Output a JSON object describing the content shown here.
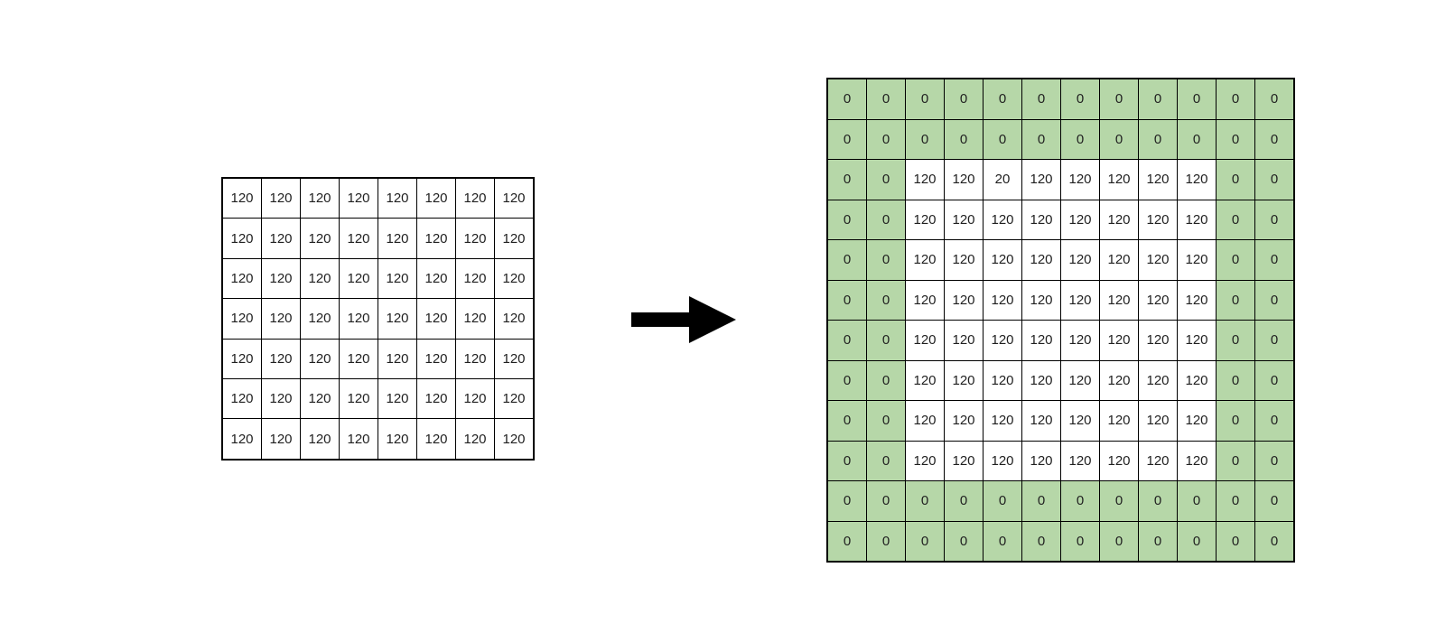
{
  "diagram": {
    "colors": {
      "padding_cell_bg": "#b6d7a8",
      "value_cell_bg": "#ffffff",
      "grid_border": "#000000",
      "arrow": "#000000",
      "cell_text": "#1f1f1f"
    },
    "input_grid": {
      "rows": 7,
      "cols": 8,
      "cells": [
        [
          "120",
          "120",
          "120",
          "120",
          "120",
          "120",
          "120",
          "120"
        ],
        [
          "120",
          "120",
          "120",
          "120",
          "120",
          "120",
          "120",
          "120"
        ],
        [
          "120",
          "120",
          "120",
          "120",
          "120",
          "120",
          "120",
          "120"
        ],
        [
          "120",
          "120",
          "120",
          "120",
          "120",
          "120",
          "120",
          "120"
        ],
        [
          "120",
          "120",
          "120",
          "120",
          "120",
          "120",
          "120",
          "120"
        ],
        [
          "120",
          "120",
          "120",
          "120",
          "120",
          "120",
          "120",
          "120"
        ],
        [
          "120",
          "120",
          "120",
          "120",
          "120",
          "120",
          "120",
          "120"
        ]
      ]
    },
    "output_grid": {
      "rows": 12,
      "cols": 12,
      "cells": [
        [
          "0",
          "0",
          "0",
          "0",
          "0",
          "0",
          "0",
          "0",
          "0",
          "0",
          "0",
          "0"
        ],
        [
          "0",
          "0",
          "0",
          "0",
          "0",
          "0",
          "0",
          "0",
          "0",
          "0",
          "0",
          "0"
        ],
        [
          "0",
          "0",
          "120",
          "120",
          "20",
          "120",
          "120",
          "120",
          "120",
          "120",
          "0",
          "0"
        ],
        [
          "0",
          "0",
          "120",
          "120",
          "120",
          "120",
          "120",
          "120",
          "120",
          "120",
          "0",
          "0"
        ],
        [
          "0",
          "0",
          "120",
          "120",
          "120",
          "120",
          "120",
          "120",
          "120",
          "120",
          "0",
          "0"
        ],
        [
          "0",
          "0",
          "120",
          "120",
          "120",
          "120",
          "120",
          "120",
          "120",
          "120",
          "0",
          "0"
        ],
        [
          "0",
          "0",
          "120",
          "120",
          "120",
          "120",
          "120",
          "120",
          "120",
          "120",
          "0",
          "0"
        ],
        [
          "0",
          "0",
          "120",
          "120",
          "120",
          "120",
          "120",
          "120",
          "120",
          "120",
          "0",
          "0"
        ],
        [
          "0",
          "0",
          "120",
          "120",
          "120",
          "120",
          "120",
          "120",
          "120",
          "120",
          "0",
          "0"
        ],
        [
          "0",
          "0",
          "120",
          "120",
          "120",
          "120",
          "120",
          "120",
          "120",
          "120",
          "0",
          "0"
        ],
        [
          "0",
          "0",
          "0",
          "0",
          "0",
          "0",
          "0",
          "0",
          "0",
          "0",
          "0",
          "0"
        ],
        [
          "0",
          "0",
          "0",
          "0",
          "0",
          "0",
          "0",
          "0",
          "0",
          "0",
          "0",
          "0"
        ]
      ]
    }
  }
}
